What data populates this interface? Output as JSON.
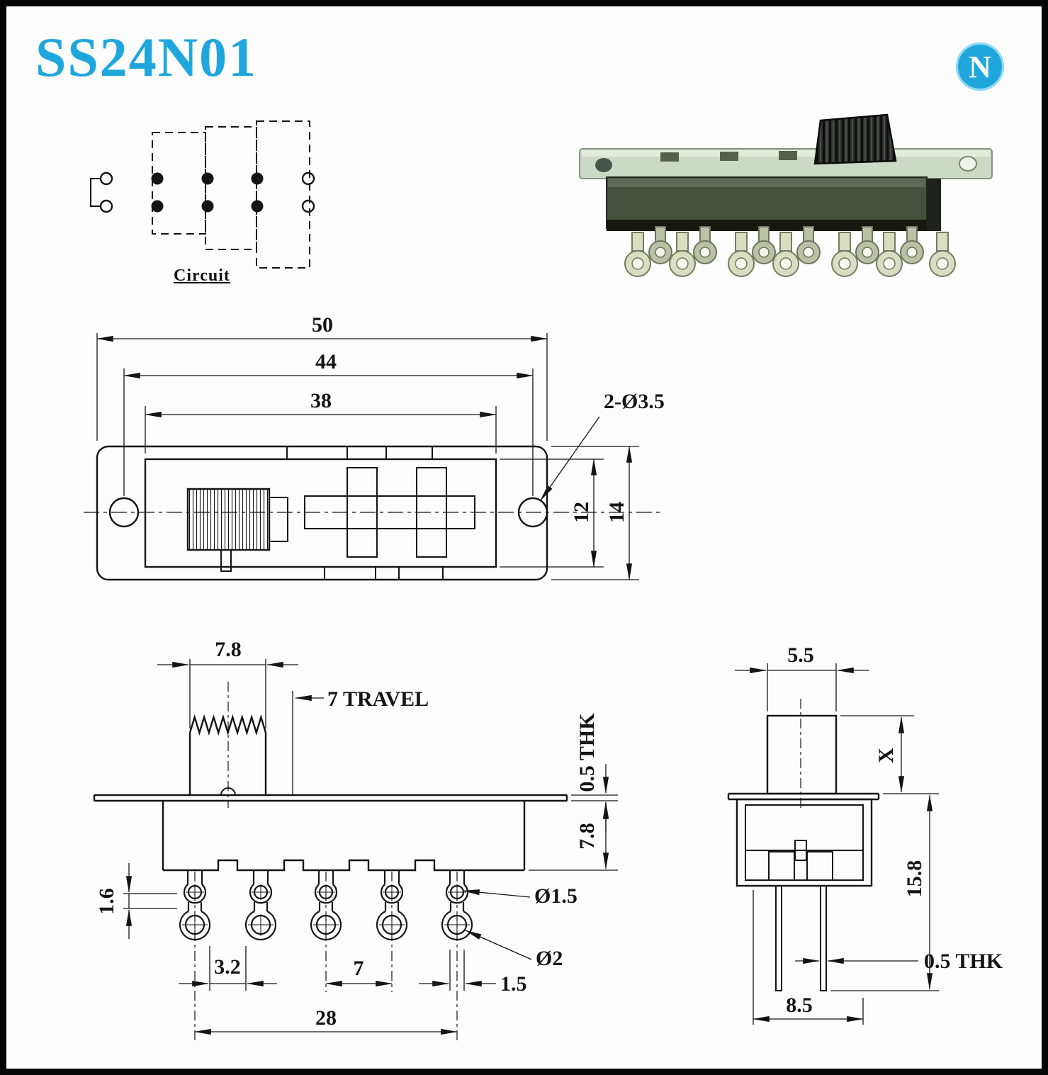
{
  "header": {
    "title": "SS24N01",
    "logo_letter": "N"
  },
  "circuit": {
    "caption": "Circuit"
  },
  "top_view": {
    "dim_overall_width": "50",
    "dim_hole_spacing": "44",
    "dim_body_width": "38",
    "dim_mount_holes": "2-Ø3.5",
    "dim_body_height": "12",
    "dim_flange_height": "14"
  },
  "front_view": {
    "dim_knob_width": "7.8",
    "dim_travel": "7 TRAVEL",
    "dim_plate_thickness": "0.5 THK",
    "dim_body_depth": "7.8",
    "dim_terminal_offset": "1.6",
    "dim_lug_gap": "3.2",
    "dim_terminal_pitch": "7",
    "dim_terminal_width": "1.5",
    "dim_terminal_span": "28",
    "dim_small_hole": "Ø1.5",
    "dim_large_hole": "Ø2"
  },
  "side_view": {
    "dim_knob_depth": "5.5",
    "dim_knob_height": "X",
    "dim_overall_height": "15.8",
    "dim_pin_thickness": "0.5 THK",
    "dim_body_depth": "8.5"
  },
  "colors": {
    "accent": "#1fa7dd",
    "line": "#141414"
  }
}
